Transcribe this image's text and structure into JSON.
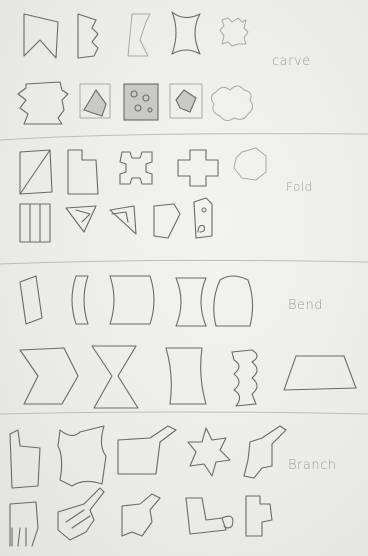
{
  "sections": [
    {
      "id": "carve",
      "label": "carve"
    },
    {
      "id": "fold",
      "label": "Fold"
    },
    {
      "id": "bend",
      "label": "Bend"
    },
    {
      "id": "branch",
      "label": "Branch"
    }
  ],
  "colors": {
    "paper": "#eeeeec",
    "pencil": "#6a6a6a",
    "faint_pencil": "#a8a8a8"
  }
}
